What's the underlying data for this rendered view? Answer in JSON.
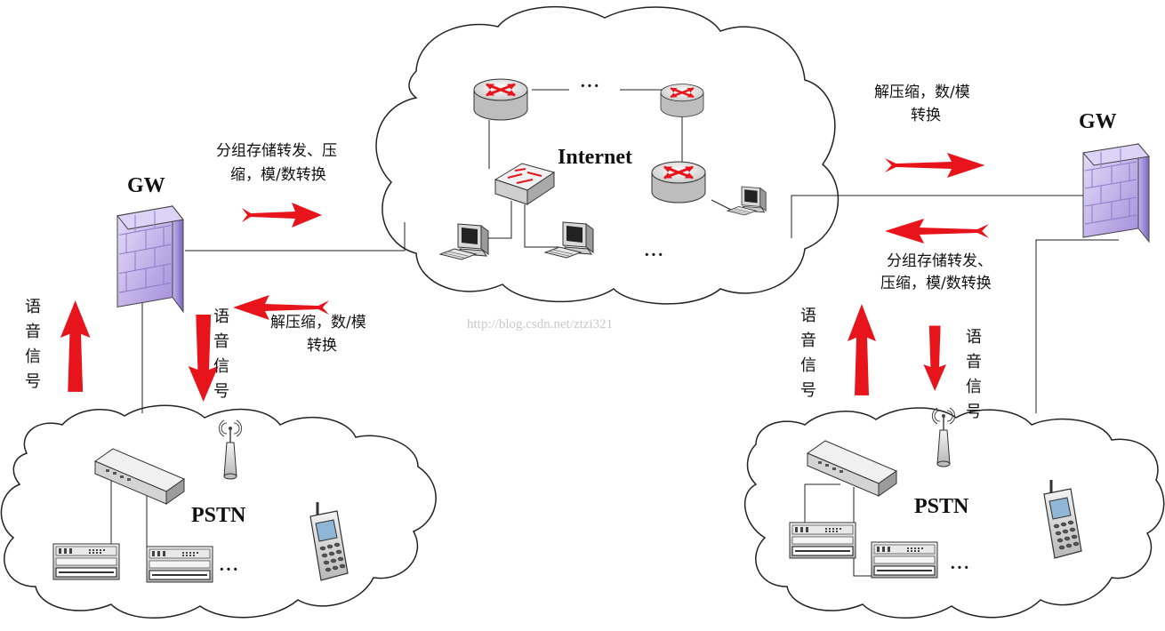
{
  "labels": {
    "gw_left": "GW",
    "gw_right": "GW",
    "internet": "Internet",
    "pstn_left": "PSTN",
    "pstn_right": "PSTN",
    "left_top_line1": "分组存储转发、压",
    "left_top_line2": "缩，模/数转换",
    "left_bottom_line1": "解压缩，数/模",
    "left_bottom_line2": "转换",
    "right_top_line1": "解压缩，数/模",
    "right_top_line2": "转换",
    "right_bottom_line1": "分组存储转发、",
    "right_bottom_line2": "压缩，模/数转换",
    "voice_signal": "语音信号",
    "ellipsis": "…",
    "ellipsis_wide": "···",
    "watermark": "http://blog.csdn.net/ztzi321"
  },
  "colors": {
    "arrow": "#e8141c",
    "firewall": "#b7a7e3",
    "device": "#d9d9d9",
    "line": "#222222"
  },
  "icons": {
    "gateway": "firewall-icon",
    "router": "router-icon",
    "switch": "switch-icon",
    "workstation": "computer-icon",
    "pstn_switch": "hub-icon",
    "exchange": "pbx-icon",
    "tower": "antenna-icon",
    "mobile": "cellphone-icon"
  }
}
